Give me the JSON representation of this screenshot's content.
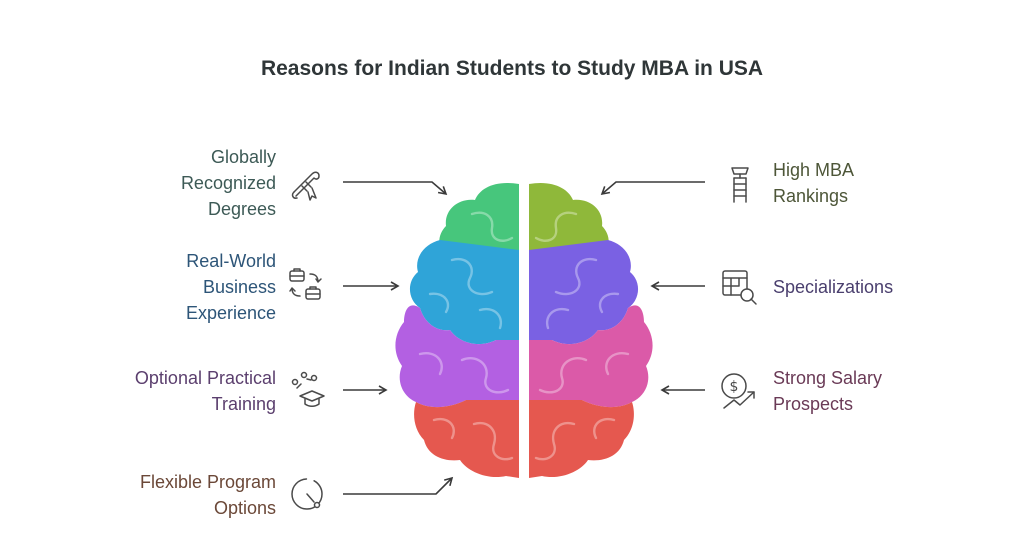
{
  "title": "Reasons for Indian Students to Study MBA in USA",
  "left_items": [
    {
      "lines": [
        "Globally",
        "Recognized",
        "Degrees"
      ],
      "icon": "diploma-scroll-icon",
      "color": "#3d5a56"
    },
    {
      "lines": [
        "Real-World",
        "Business",
        "Experience"
      ],
      "icon": "briefcase-exchange-icon",
      "color": "#2d5578"
    },
    {
      "lines": [
        "Optional Practical",
        "Training"
      ],
      "icon": "graduation-cap-icon",
      "color": "#5b3f6e"
    },
    {
      "lines": [
        "Flexible Program",
        "Options"
      ],
      "icon": "clock-dial-icon",
      "color": "#6b4838"
    }
  ],
  "right_items": [
    {
      "lines": [
        "High MBA",
        "Rankings"
      ],
      "icon": "ranking-ladder-icon",
      "color": "#4d5638"
    },
    {
      "lines": [
        "Specializations"
      ],
      "icon": "table-search-icon",
      "color": "#4a3f6e"
    },
    {
      "lines": [
        "Strong Salary",
        "Prospects"
      ],
      "icon": "salary-growth-icon",
      "color": "#6a3a56"
    }
  ],
  "colors": {
    "green": "#47c67c",
    "olive": "#8fb83a",
    "teal": "#2fa4d8",
    "violet": "#7a61e3",
    "purple": "#b360e2",
    "pink": "#db5aa8",
    "red": "#e5584f",
    "arrow": "#3a3a3a"
  }
}
